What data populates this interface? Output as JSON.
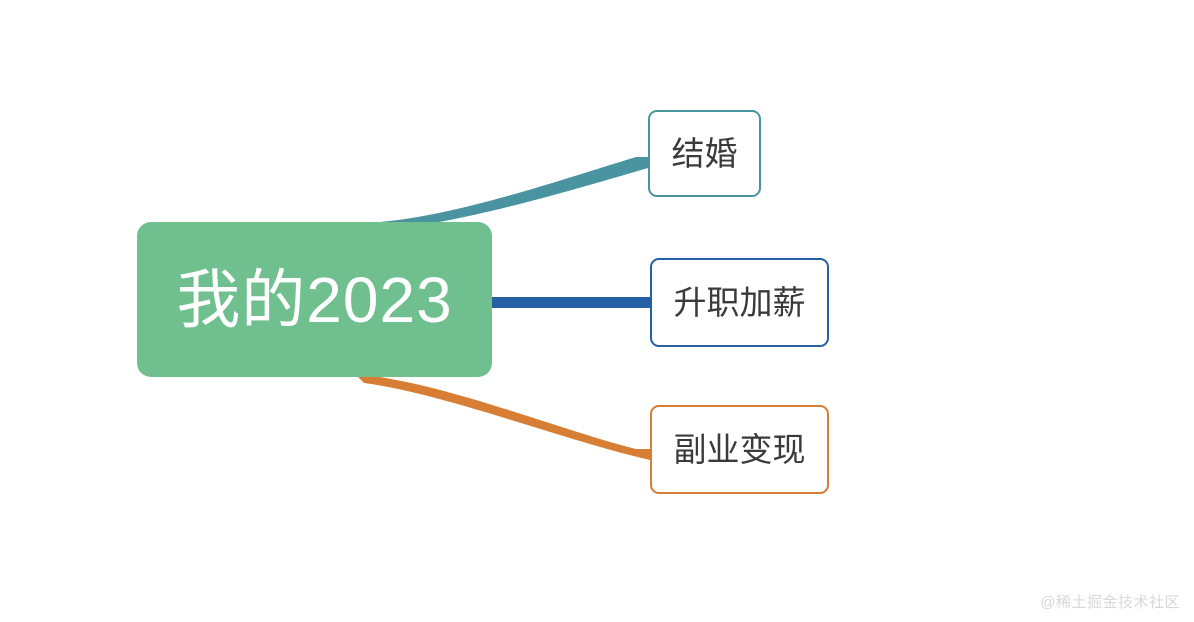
{
  "diagram": {
    "type": "mindmap",
    "background_color": "#FFFFFF",
    "root": {
      "label": "我的2023",
      "fill_color": "#6FC08E",
      "text_color": "#FFFFFF"
    },
    "branches": [
      {
        "label": "结婚",
        "border_color": "#4A93A0",
        "link_color": "#4A93A0",
        "link_shape": "curve-up",
        "text_color": "#3A3A3A",
        "fill_color": "#FFFFFF"
      },
      {
        "label": "升职加薪",
        "border_color": "#2660A4",
        "link_color": "#2660A4",
        "link_shape": "straight",
        "text_color": "#3A3A3A",
        "fill_color": "#FFFFFF"
      },
      {
        "label": "副业变现",
        "border_color": "#D77E34",
        "link_color": "#D77E34",
        "link_shape": "curve-down",
        "text_color": "#3A3A3A",
        "fill_color": "#FFFFFF"
      }
    ]
  },
  "watermark": {
    "text": "@稀土掘金技术社区"
  }
}
